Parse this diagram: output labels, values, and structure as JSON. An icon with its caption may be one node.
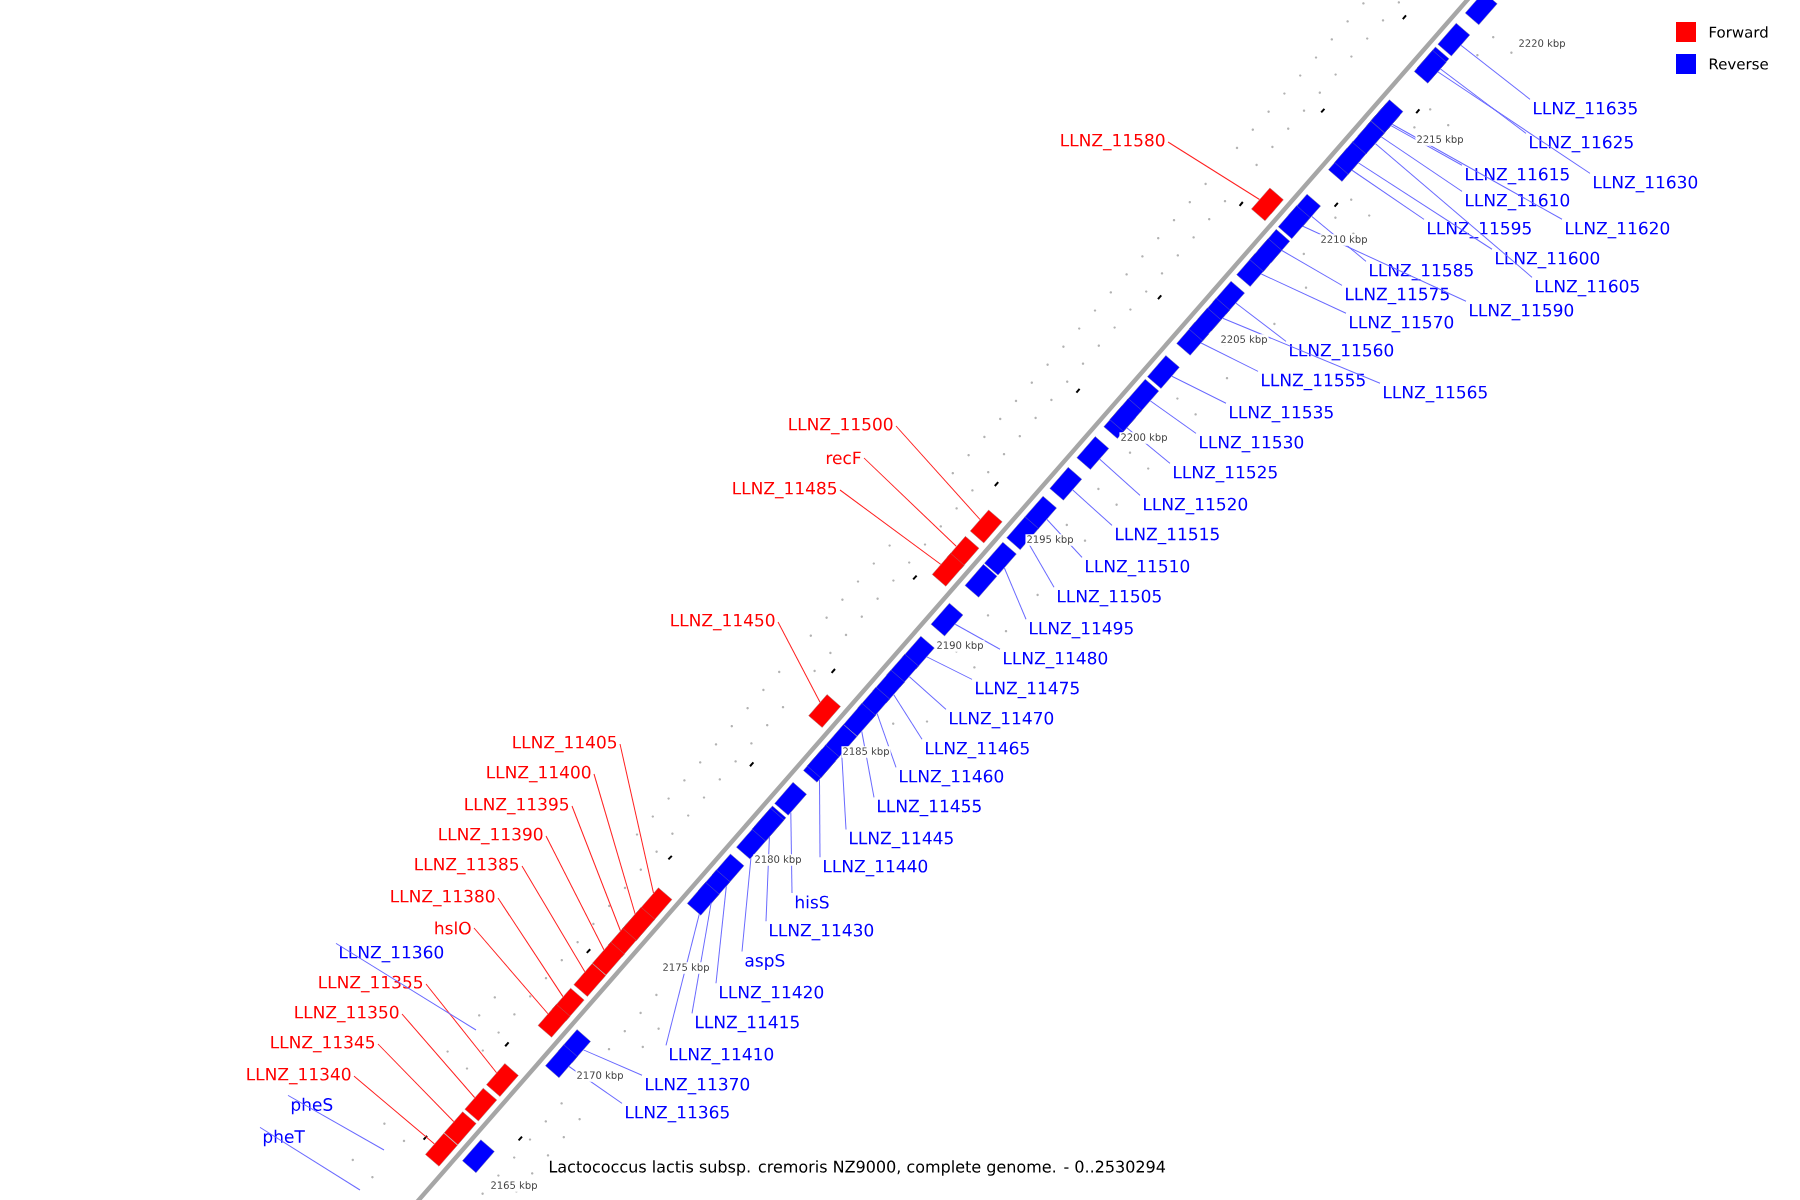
{
  "diagram": {
    "caption": "Lactococcus lactis subsp. cremoris NZ9000, complete genome. - 0..2530294",
    "nodes": [
      {
        "text": [
          "LLNZ_11580"
        ]
      },
      {
        "text": [
          "LLNZ_11500"
        ]
      },
      {
        "text": [
          "recF"
        ]
      },
      {
        "text": [
          "LLNZ_11485"
        ]
      },
      {
        "text": [
          "LLNZ_11450"
        ]
      },
      {
        "text": [
          "LLNZ_11405"
        ]
      },
      {
        "text": [
          "LLNZ_11400"
        ]
      },
      {
        "text": [
          "LLNZ_11395"
        ]
      },
      {
        "text": [
          "LLNZ_11390"
        ]
      },
      {
        "text": [
          "LLNZ_11385"
        ]
      },
      {
        "text": [
          "LLNZ_11380"
        ]
      },
      {
        "text": [
          "hslO"
        ]
      },
      {
        "text": [
          "LLNZ_11355"
        ]
      },
      {
        "text": [
          "LLNZ_11350"
        ]
      },
      {
        "text": [
          "LLNZ_11345"
        ]
      },
      {
        "text": [
          "LLNZ_11340"
        ]
      },
      {
        "text": [
          "LLNZ_11360"
        ]
      },
      {
        "text": [
          "pheS"
        ]
      },
      {
        "text": [
          "pheT"
        ]
      },
      {
        "text": [
          "LLNZ_11635"
        ]
      },
      {
        "text": [
          "LLNZ_11625"
        ]
      },
      {
        "text": [
          "LLNZ_11615"
        ]
      },
      {
        "text": [
          "LLNZ_11630"
        ]
      },
      {
        "text": [
          "LLNZ_11610"
        ]
      },
      {
        "text": [
          "LLNZ_11595"
        ]
      },
      {
        "text": [
          "LLNZ_11620"
        ]
      },
      {
        "text": [
          "LLNZ_11600"
        ]
      },
      {
        "text": [
          "LLNZ_11585"
        ]
      },
      {
        "text": [
          "LLNZ_11605"
        ]
      },
      {
        "text": [
          "LLNZ_11575"
        ]
      },
      {
        "text": [
          "LLNZ_11590"
        ]
      },
      {
        "text": [
          "LLNZ_11570"
        ]
      },
      {
        "text": [
          "LLNZ_11560"
        ]
      },
      {
        "text": [
          "LLNZ_11555"
        ]
      },
      {
        "text": [
          "LLNZ_11565"
        ]
      },
      {
        "text": [
          "LLNZ_11535"
        ]
      },
      {
        "text": [
          "LLNZ_11530"
        ]
      },
      {
        "text": [
          "LLNZ_11525"
        ]
      },
      {
        "text": [
          "LLNZ_11520"
        ]
      },
      {
        "text": [
          "LLNZ_11515"
        ]
      },
      {
        "text": [
          "LLNZ_11510"
        ]
      },
      {
        "text": [
          "LLNZ_11505"
        ]
      },
      {
        "text": [
          "LLNZ_11495"
        ]
      },
      {
        "text": [
          "LLNZ_11480"
        ]
      },
      {
        "text": [
          "LLNZ_11475"
        ]
      },
      {
        "text": [
          "LLNZ_11470"
        ]
      },
      {
        "text": [
          "LLNZ_11465"
        ]
      },
      {
        "text": [
          "LLNZ_11460"
        ]
      },
      {
        "text": [
          "LLNZ_11455"
        ]
      },
      {
        "text": [
          "LLNZ_11445"
        ]
      },
      {
        "text": [
          "LLNZ_11440"
        ]
      },
      {
        "text": [
          "hisS"
        ]
      },
      {
        "text": [
          "LLNZ_11430"
        ]
      },
      {
        "text": [
          "aspS"
        ]
      },
      {
        "text": [
          "LLNZ_11420"
        ]
      },
      {
        "text": [
          "LLNZ_11415"
        ]
      },
      {
        "text": [
          "LLNZ_11410"
        ]
      },
      {
        "text": [
          "LLNZ_11370"
        ]
      },
      {
        "text": [
          "LLNZ_11365"
        ]
      },
      {
        "text": [],
        "shape": "box"
      },
      {
        "text": [],
        "shape": "box"
      },
      {
        "text": [],
        "shape": "box"
      },
      {
        "text": [],
        "shape": "box"
      },
      {
        "text": [],
        "shape": "box"
      },
      {
        "text": [],
        "shape": "box"
      },
      {
        "text": [],
        "shape": "box"
      },
      {
        "text": [],
        "shape": "box"
      },
      {
        "text": [],
        "shape": "box"
      },
      {
        "text": [],
        "shape": "box"
      },
      {
        "text": [],
        "shape": "box"
      },
      {
        "text": [],
        "shape": "box"
      },
      {
        "text": [],
        "shape": "box"
      },
      {
        "text": [],
        "shape": "box"
      },
      {
        "text": [],
        "shape": "box"
      },
      {
        "text": [],
        "shape": "box"
      },
      {
        "text": [],
        "shape": "box"
      },
      {
        "text": [],
        "shape": "box"
      },
      {
        "text": [],
        "shape": "box"
      },
      {
        "text": [],
        "shape": "box"
      },
      {
        "text": [],
        "shape": "box"
      },
      {
        "text": [],
        "shape": "box"
      },
      {
        "text": [],
        "shape": "box"
      },
      {
        "text": [],
        "shape": "box"
      },
      {
        "text": [],
        "shape": "box"
      },
      {
        "text": [],
        "shape": "box"
      },
      {
        "text": [],
        "shape": "box"
      },
      {
        "text": [],
        "shape": "box"
      },
      {
        "text": [],
        "shape": "box"
      },
      {
        "text": [],
        "shape": "box"
      },
      {
        "text": [],
        "shape": "box"
      },
      {
        "text": [],
        "shape": "box"
      },
      {
        "text": [],
        "shape": "box"
      },
      {
        "text": [],
        "shape": "box"
      },
      {
        "text": [],
        "shape": "box"
      },
      {
        "text": [],
        "shape": "box"
      },
      {
        "text": [],
        "shape": "box"
      },
      {
        "text": [],
        "shape": "box"
      },
      {
        "text": [],
        "shape": "box"
      },
      {
        "text": [],
        "shape": "box"
      },
      {
        "text": [],
        "shape": "box"
      },
      {
        "text": [],
        "shape": "box"
      },
      {
        "text": [],
        "shape": "box"
      },
      {
        "text": [],
        "shape": "box"
      },
      {
        "text": [],
        "shape": "box"
      },
      {
        "text": [],
        "shape": "box"
      },
      {
        "text": [],
        "shape": "box"
      },
      {
        "text": [],
        "shape": "box"
      },
      {
        "text": [],
        "shape": "box"
      },
      {
        "text": [],
        "shape": "box"
      },
      {
        "text": [],
        "shape": "box"
      },
      {
        "text": [],
        "shape": "box"
      },
      {
        "text": [],
        "shape": "box"
      },
      {
        "text": [],
        "shape": "box"
      },
      {
        "text": [],
        "shape": "box"
      },
      {
        "text": [],
        "shape": "box"
      },
      {
        "text": [],
        "shape": "box"
      },
      {
        "text": [],
        "shape": "box"
      },
      {
        "text": [],
        "shape": "box"
      },
      {
        "text": [],
        "shape": "box"
      },
      {
        "text": [],
        "shape": "box"
      },
      {
        "text": [],
        "shape": "box"
      },
      {
        "text": [],
        "shape": "box"
      },
      {
        "text": [],
        "shape": "box"
      },
      {
        "text": [],
        "shape": "box"
      },
      {
        "text": [],
        "shape": "box"
      }
    ],
    "edges": [
      {
        "from": 0,
        "to": 59,
        "arrow": "none",
        "color": "#ff2020"
      },
      {
        "from": 1,
        "to": 60,
        "arrow": "none",
        "color": "#ff2020"
      },
      {
        "from": 2,
        "to": 61,
        "arrow": "none",
        "color": "#ff2020"
      },
      {
        "from": 3,
        "to": 62,
        "arrow": "none",
        "color": "#ff2020"
      },
      {
        "from": 4,
        "to": 63,
        "arrow": "none",
        "color": "#ff2020"
      },
      {
        "from": 5,
        "to": 64,
        "arrow": "none",
        "color": "#ff2020"
      },
      {
        "from": 6,
        "to": 65,
        "arrow": "none",
        "color": "#ff2020"
      },
      {
        "from": 7,
        "to": 66,
        "arrow": "none",
        "color": "#ff2020"
      },
      {
        "from": 8,
        "to": 67,
        "arrow": "none",
        "color": "#ff2020"
      },
      {
        "from": 9,
        "to": 68,
        "arrow": "none",
        "color": "#ff2020"
      },
      {
        "from": 10,
        "to": 69,
        "arrow": "none",
        "color": "#ff2020"
      },
      {
        "from": 11,
        "to": 70,
        "arrow": "none",
        "color": "#ff2020"
      },
      {
        "from": 12,
        "to": 71,
        "arrow": "none",
        "color": "#ff2020"
      },
      {
        "from": 13,
        "to": 72,
        "arrow": "none",
        "color": "#ff2020"
      },
      {
        "from": 14,
        "to": 73,
        "arrow": "none",
        "color": "#ff2020"
      },
      {
        "from": 15,
        "to": 74,
        "arrow": "none",
        "color": "#ff2020"
      },
      {
        "from": 16,
        "to": null,
        "arrow": "none"
      },
      {
        "from": 17,
        "to": null,
        "arrow": "none"
      },
      {
        "from": 18,
        "to": null,
        "arrow": "none"
      },
      {
        "from": 19,
        "to": 75,
        "arrow": "none"
      },
      {
        "from": 20,
        "to": 76,
        "arrow": "none"
      },
      {
        "from": 21,
        "to": 77,
        "arrow": "none"
      },
      {
        "from": 22,
        "to": 78,
        "arrow": "none"
      },
      {
        "from": 23,
        "to": 79,
        "arrow": "none"
      },
      {
        "from": 24,
        "to": 80,
        "arrow": "none"
      },
      {
        "from": 25,
        "to": 81,
        "arrow": "none"
      },
      {
        "from": 26,
        "to": 82,
        "arrow": "none"
      },
      {
        "from": 27,
        "to": 83,
        "arrow": "none"
      },
      {
        "from": 28,
        "to": 84,
        "arrow": "none"
      },
      {
        "from": 29,
        "to": 85,
        "arrow": "none"
      },
      {
        "from": 30,
        "to": 86,
        "arrow": "none"
      },
      {
        "from": 31,
        "to": 87,
        "arrow": "none"
      },
      {
        "from": 32,
        "to": 88,
        "arrow": "none"
      },
      {
        "from": 33,
        "to": 89,
        "arrow": "none"
      },
      {
        "from": 34,
        "to": 90,
        "arrow": "none"
      },
      {
        "from": 35,
        "to": 91,
        "arrow": "none"
      },
      {
        "from": 36,
        "to": 92,
        "arrow": "none"
      },
      {
        "from": 37,
        "to": 93,
        "arrow": "none"
      },
      {
        "from": 38,
        "to": 94,
        "arrow": "none"
      },
      {
        "from": 39,
        "to": 95,
        "arrow": "none"
      },
      {
        "from": 40,
        "to": 96,
        "arrow": "none"
      },
      {
        "from": 41,
        "to": 97,
        "arrow": "none"
      },
      {
        "from": 42,
        "to": 98,
        "arrow": "none"
      },
      {
        "from": 43,
        "to": 99,
        "arrow": "none"
      },
      {
        "from": 44,
        "to": 100,
        "arrow": "none"
      },
      {
        "from": 45,
        "to": 101,
        "arrow": "none"
      },
      {
        "from": 46,
        "to": 102,
        "arrow": "none"
      },
      {
        "from": 47,
        "to": 103,
        "arrow": "none"
      },
      {
        "from": 48,
        "to": 104,
        "arrow": "none"
      },
      {
        "from": 49,
        "to": 105,
        "arrow": "none"
      },
      {
        "from": 50,
        "to": 106,
        "arrow": "none"
      },
      {
        "from": 51,
        "to": 107,
        "arrow": "none"
      },
      {
        "from": 52,
        "to": 108,
        "arrow": "none"
      },
      {
        "from": 53,
        "to": 109,
        "arrow": "none"
      },
      {
        "from": 54,
        "to": 110,
        "arrow": "none"
      },
      {
        "from": 55,
        "to": 111,
        "arrow": "none"
      },
      {
        "from": 56,
        "to": 112,
        "arrow": "none"
      },
      {
        "from": 57,
        "to": 113,
        "arrow": "none"
      },
      {
        "from": 58,
        "to": 114,
        "arrow": "none"
      }
    ],
    "labels": [
      "2220 kbp",
      "2215 kbp",
      "2210 kbp",
      "2205 kbp",
      "2200 kbp",
      "2195 kbp",
      "2190 kbp",
      "2185 kbp",
      "2180 kbp",
      "2175 kbp",
      "2170 kbp",
      "2165 kbp"
    ],
    "legend": [
      {
        "text": "Forward",
        "color": "#ff0000"
      },
      {
        "text": "Reverse",
        "color": "#0000ff"
      }
    ]
  }
}
